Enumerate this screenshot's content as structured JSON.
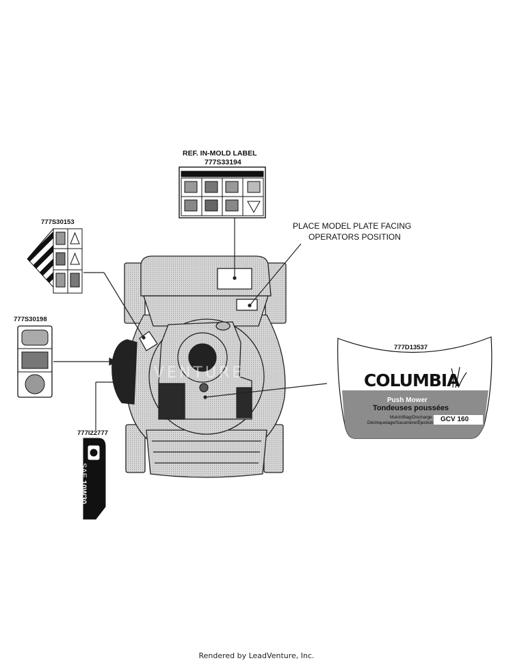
{
  "labels": {
    "ref_inmold": "REF.  IN-MOLD LABEL",
    "part_777S33194": "777S33194",
    "note_line1": "PLACE MODEL PLATE FACING",
    "note_line2": "OPERATORS POSITION",
    "part_777S30153": "777S30153",
    "part_777S30198": "777S30198",
    "part_777D13537": "777D13537",
    "part_777I22777": "777I22777"
  },
  "decal": {
    "brand": "COLUMBIA",
    "product_en": "Push Mower",
    "product_fr": "Tondeuses poussées",
    "modes_en": "Mulch/Bag/Discharge",
    "modes_fr": "Déchiquetage/Sacamère/Éjection",
    "model": "GCV 160"
  },
  "oil_label": {
    "prefix": "SAE",
    "grade": "10W30"
  },
  "watermark": "VENTURE",
  "footer": "Rendered by LeadVenture, Inc.",
  "colors": {
    "mower_fill": "#d9d9d9",
    "dark_fill": "#111111",
    "decal_band": "#8c8c8c"
  }
}
